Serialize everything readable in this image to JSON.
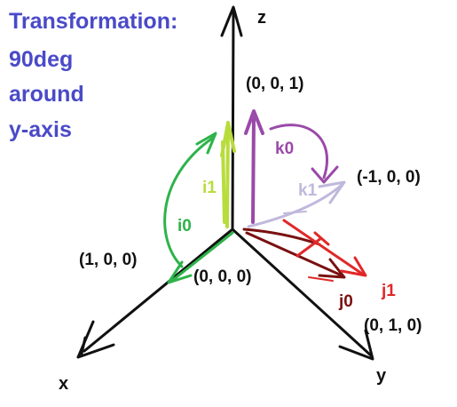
{
  "title": {
    "lines": [
      "Transformation:",
      "90deg",
      "around",
      "y-axis"
    ],
    "color": "#4a4ac8"
  },
  "axes": {
    "x": "x",
    "y": "y",
    "z": "z"
  },
  "points": {
    "origin": "(0, 0, 0)",
    "x_unit": "(1, 0, 0)",
    "y_unit": "(0, 1, 0)",
    "z_unit": "(0, 0, 1)",
    "neg_x_unit": "(-1, 0, 0)"
  },
  "vectors": {
    "i0": {
      "label": "i0",
      "color": "#2db34a"
    },
    "i1": {
      "label": "i1",
      "color": "#b8dc3c"
    },
    "j0": {
      "label": "j0",
      "color": "#7a1010"
    },
    "j1": {
      "label": "j1",
      "color": "#e02828"
    },
    "k0": {
      "label": "k0",
      "color": "#9a4aa8"
    },
    "k1": {
      "label": "k1",
      "color": "#c0b8dc"
    }
  }
}
